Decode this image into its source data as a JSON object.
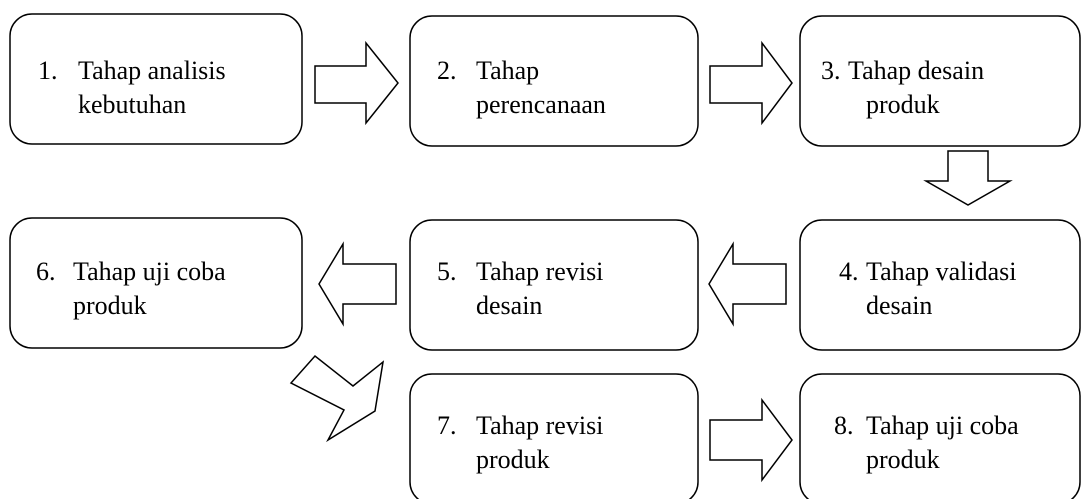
{
  "diagram": {
    "steps": [
      {
        "number": "1.",
        "line1": "Tahap analisis",
        "line2": "kebutuhan"
      },
      {
        "number": "2.",
        "line1": "Tahap",
        "line2": "perencanaan"
      },
      {
        "number": "3.",
        "line1": "Tahap desain",
        "line2": "produk"
      },
      {
        "number": "4.",
        "line1": "Tahap validasi",
        "line2": "desain"
      },
      {
        "number": "5.",
        "line1": "Tahap revisi",
        "line2": "desain"
      },
      {
        "number": "6.",
        "line1": "Tahap uji coba",
        "line2": "produk"
      },
      {
        "number": "7.",
        "line1": "Tahap revisi",
        "line2": "produk"
      },
      {
        "number": "8.",
        "line1": "Tahap uji coba",
        "line2": "produk"
      }
    ],
    "colors": {
      "stroke": "#000000",
      "fill": "#ffffff",
      "text": "#000000"
    }
  }
}
